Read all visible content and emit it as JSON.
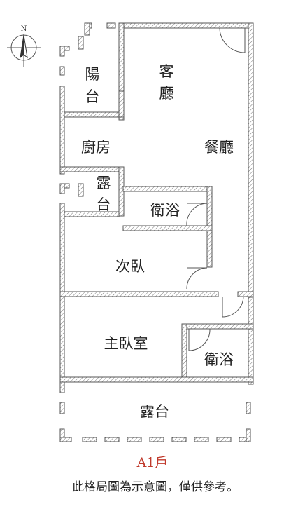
{
  "compass": {
    "north_label": "N"
  },
  "rooms": {
    "balcony_top": [
      "陽",
      "台"
    ],
    "living": [
      "客",
      "廳"
    ],
    "kitchen": "廚房",
    "dining": "餐廳",
    "terrace_small": [
      "露",
      "台"
    ],
    "bath_1": "衛浴",
    "bedroom_2": "次臥",
    "master_bedroom": "主臥室",
    "bath_2": "衛浴",
    "terrace_bottom": "露台"
  },
  "unit_title": "A1戶",
  "note": "此格局圖為示意圖，僅供參考。",
  "colors": {
    "title": "#c0392b",
    "wall_stroke": "#555555",
    "text": "#222222"
  }
}
